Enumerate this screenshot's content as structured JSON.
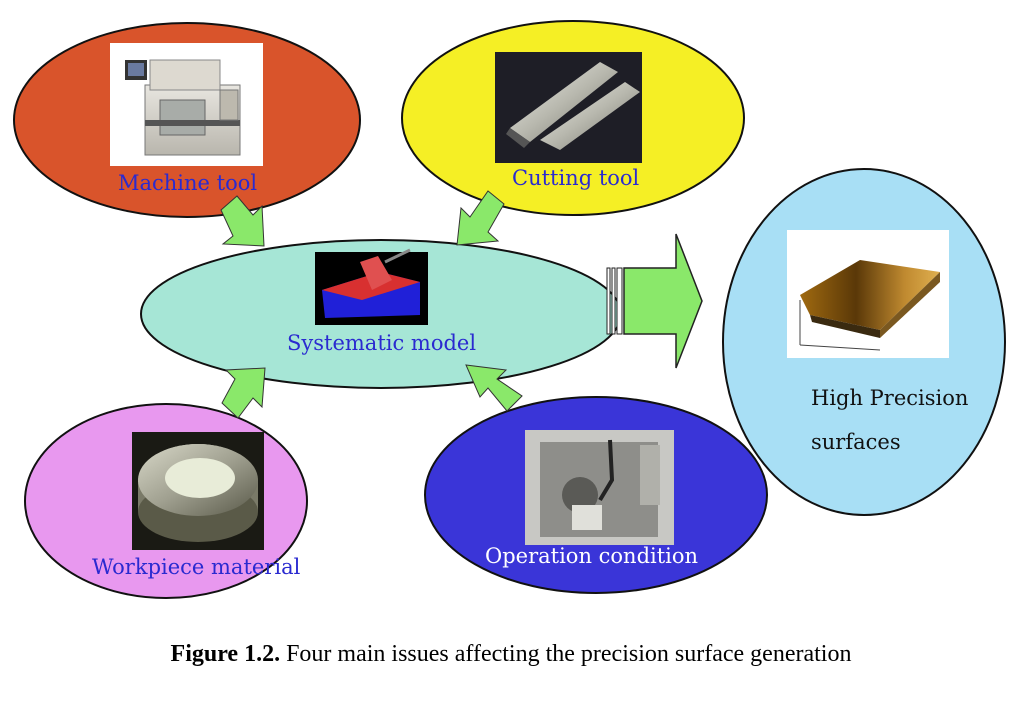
{
  "nodes": {
    "machine_tool": {
      "label": "Machine tool",
      "fill": "#d9542b",
      "text_color": "#2a2ad0"
    },
    "cutting_tool": {
      "label": "Cutting tool",
      "fill": "#f5ef25",
      "text_color": "#2a2ad0"
    },
    "systematic_model": {
      "label": "Systematic model",
      "fill": "#a6e6d6",
      "text_color": "#2a2ad0"
    },
    "workpiece_material": {
      "label": "Workpiece material",
      "fill": "#e898ef",
      "text_color": "#2a2ad0"
    },
    "operation_condition": {
      "label": "Operation condition",
      "fill": "#3a35d8",
      "text_color": "#ffffff"
    },
    "high_precision": {
      "label_line1": "High Precision",
      "label_line2": "surfaces",
      "fill": "#a8dff5",
      "text_color": "#111111"
    }
  },
  "arrow_color": "#8ae86a",
  "caption": {
    "prefix": "Figure 1.2.",
    "text": " Four main issues affecting the precision surface generation"
  }
}
